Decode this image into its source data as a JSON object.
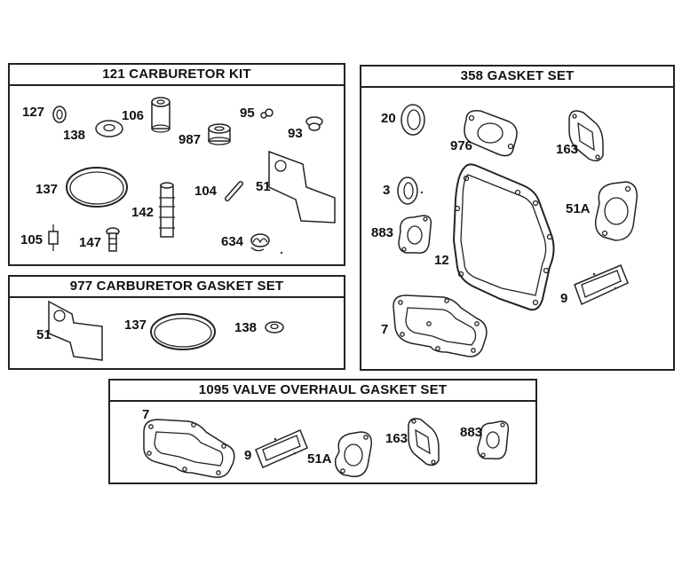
{
  "panels": {
    "carburetor_kit": {
      "title": "121 CARBURETOR KIT",
      "parts": [
        "127",
        "138",
        "106",
        "95",
        "93",
        "987",
        "137",
        "104",
        "142",
        "51",
        "105",
        "147",
        "634"
      ]
    },
    "carburetor_gasket_set": {
      "title": "977 CARBURETOR GASKET SET",
      "parts": [
        "51",
        "137",
        "138"
      ]
    },
    "gasket_set": {
      "title": "358 GASKET SET",
      "parts": [
        "20",
        "976",
        "163",
        "3",
        "51A",
        "883",
        "12",
        "9",
        "7"
      ]
    },
    "valve_overhaul_gasket_set": {
      "title": "1095 VALVE OVERHAUL GASKET SET",
      "parts": [
        "7",
        "9",
        "51A",
        "163",
        "883"
      ]
    }
  }
}
